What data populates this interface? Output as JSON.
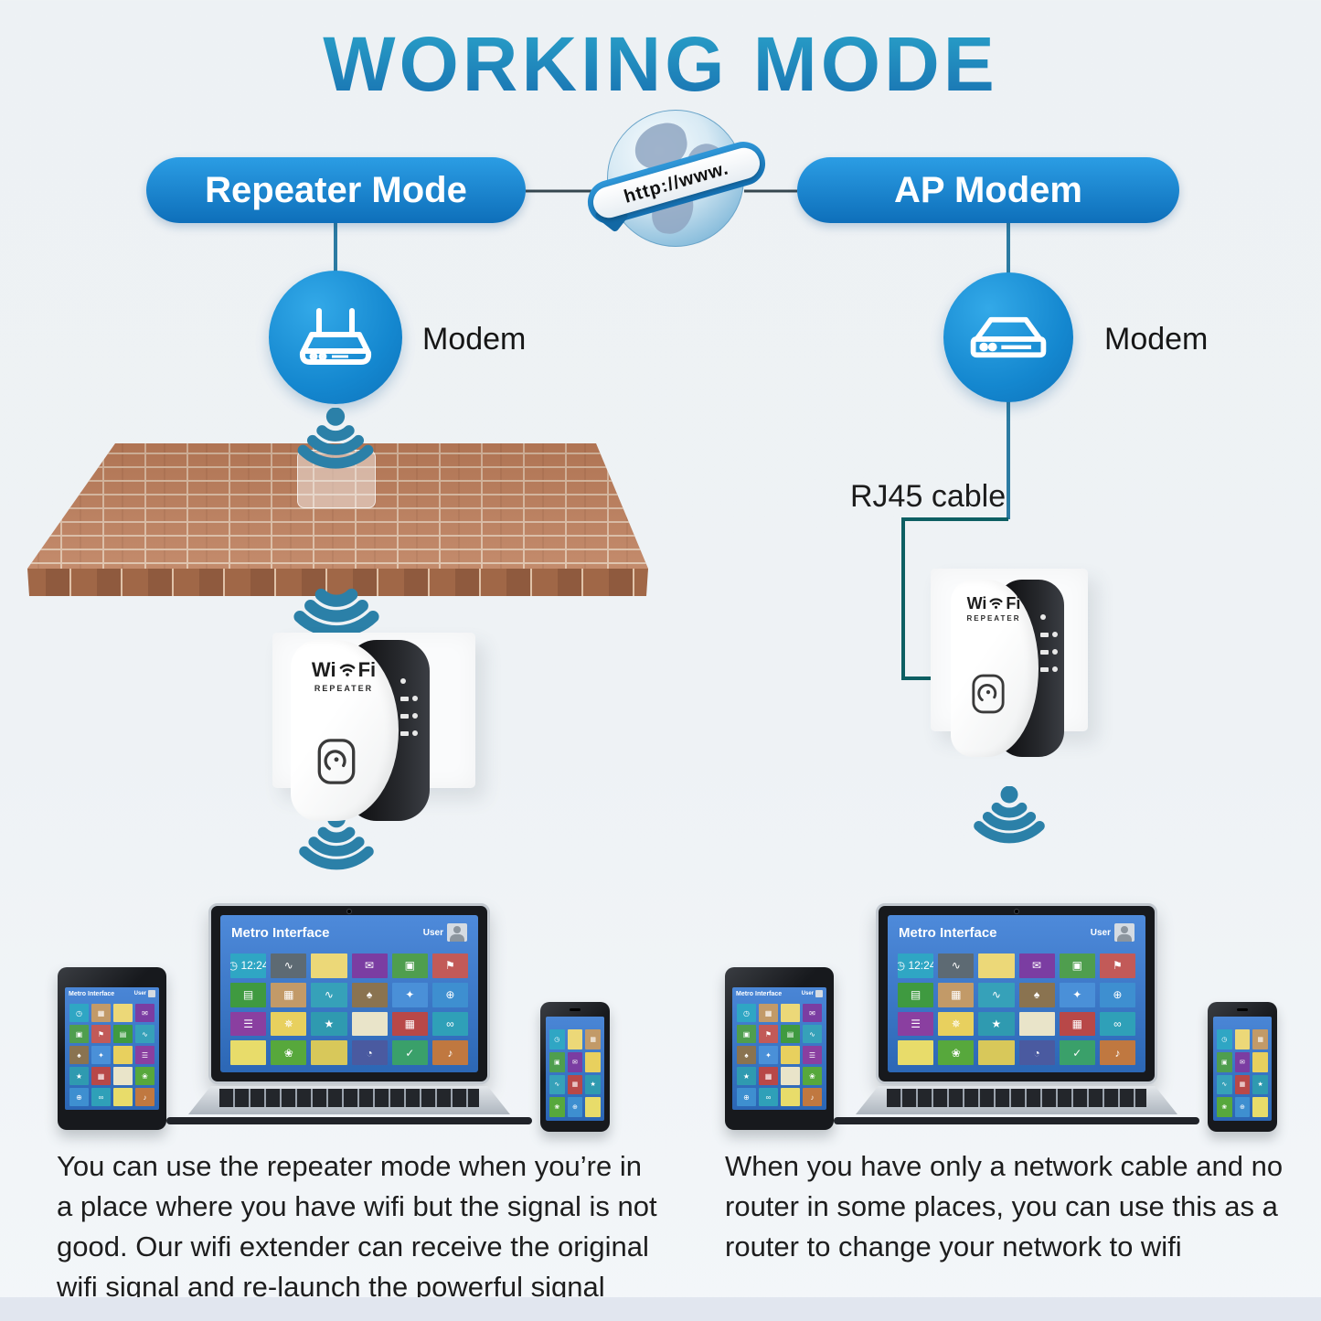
{
  "title": "WORKING MODE",
  "globe": {
    "banner_label": "http://www."
  },
  "pills": {
    "repeater": "Repeater Mode",
    "ap": "AP Modem"
  },
  "left": {
    "modem_label": "Modem",
    "description": "You can use the repeater mode when you’re in\na place where you have wifi but the signal is not\ngood. Our wifi extender can receive the original\nwifi signal and re-launch the powerful signal"
  },
  "right": {
    "modem_label": "Modem",
    "cable_label": "RJ45 cable",
    "description": "When you have only a network cable and no\nrouter in some places, you can use this as a\nrouter to change your network to wifi"
  },
  "repeater_device": {
    "brand_top": "WiFi",
    "brand_bottom": "REPEATER"
  },
  "device_screen": {
    "title": "Metro Interface",
    "user_label": "User",
    "clock": "12:24"
  },
  "colors": {
    "accent_blue": "#1588d8",
    "title_teal": "#1a8ab5",
    "wifi_teal": "#2b80a8",
    "line_dark": "#36474f",
    "cable_teal": "#0d5f63",
    "circle_blue": "#1e96d8",
    "brick": "#c1825f",
    "background": "#eef2f5"
  },
  "tiles": {
    "laptop": [
      [
        "#2fa6c4",
        "◷ 12:24"
      ],
      [
        "#5d6a73",
        "∿"
      ],
      [
        "#ecd878",
        ""
      ],
      [
        "#7b3da2",
        "✉"
      ],
      [
        "#4f9e4e",
        "▣"
      ],
      [
        "#c25a58",
        "⚑"
      ],
      [
        "#3f9a40",
        "▤"
      ],
      [
        "#c29a68",
        "▦"
      ],
      [
        "#36a1b9",
        "∿"
      ],
      [
        "#8a7350",
        "♠"
      ],
      [
        "#4a90d8",
        "✦"
      ],
      [
        "#3e8fd0",
        "⊕"
      ],
      [
        "#8a3fa0",
        "☰"
      ],
      [
        "#e8d05e",
        "✵"
      ],
      [
        "#2f9ab0",
        "★"
      ],
      [
        "#e9e4c9",
        ""
      ],
      [
        "#b84848",
        "▦"
      ],
      [
        "#2fa0b8",
        "∞"
      ],
      [
        "#e8dc6a",
        ""
      ],
      [
        "#57a83c",
        "❀"
      ],
      [
        "#d8c85a",
        ""
      ],
      [
        "#4a5aa0",
        "◔"
      ],
      [
        "#3aa06a",
        "✓"
      ],
      [
        "#c07840",
        "♪"
      ]
    ],
    "tablet": [
      [
        "#2fa6c4",
        "◷"
      ],
      [
        "#c29a68",
        "▦"
      ],
      [
        "#ecd878",
        ""
      ],
      [
        "#7b3da2",
        "✉"
      ],
      [
        "#4f9e4e",
        "▣"
      ],
      [
        "#c25a58",
        "⚑"
      ],
      [
        "#3f9a40",
        "▤"
      ],
      [
        "#36a1b9",
        "∿"
      ],
      [
        "#8a7350",
        "♠"
      ],
      [
        "#4a90d8",
        "✦"
      ],
      [
        "#e8d05e",
        ""
      ],
      [
        "#8a3fa0",
        "☰"
      ],
      [
        "#2f9ab0",
        "★"
      ],
      [
        "#b84848",
        "▦"
      ],
      [
        "#e9e4c9",
        ""
      ],
      [
        "#57a83c",
        "❀"
      ],
      [
        "#3e8fd0",
        "⊕"
      ],
      [
        "#2fa0b8",
        "∞"
      ],
      [
        "#e8dc6a",
        ""
      ],
      [
        "#c07840",
        "♪"
      ]
    ],
    "phone": [
      [
        "#2fa6c4",
        "◷"
      ],
      [
        "#ecd878",
        ""
      ],
      [
        "#c29a68",
        "▦"
      ],
      [
        "#4f9e4e",
        "▣"
      ],
      [
        "#7b3da2",
        "✉"
      ],
      [
        "#e8d05e",
        ""
      ],
      [
        "#36a1b9",
        "∿"
      ],
      [
        "#b84848",
        "▦"
      ],
      [
        "#2f9ab0",
        "★"
      ],
      [
        "#57a83c",
        "❀"
      ],
      [
        "#3e8fd0",
        "⊕"
      ],
      [
        "#e8dc6a",
        ""
      ]
    ]
  }
}
